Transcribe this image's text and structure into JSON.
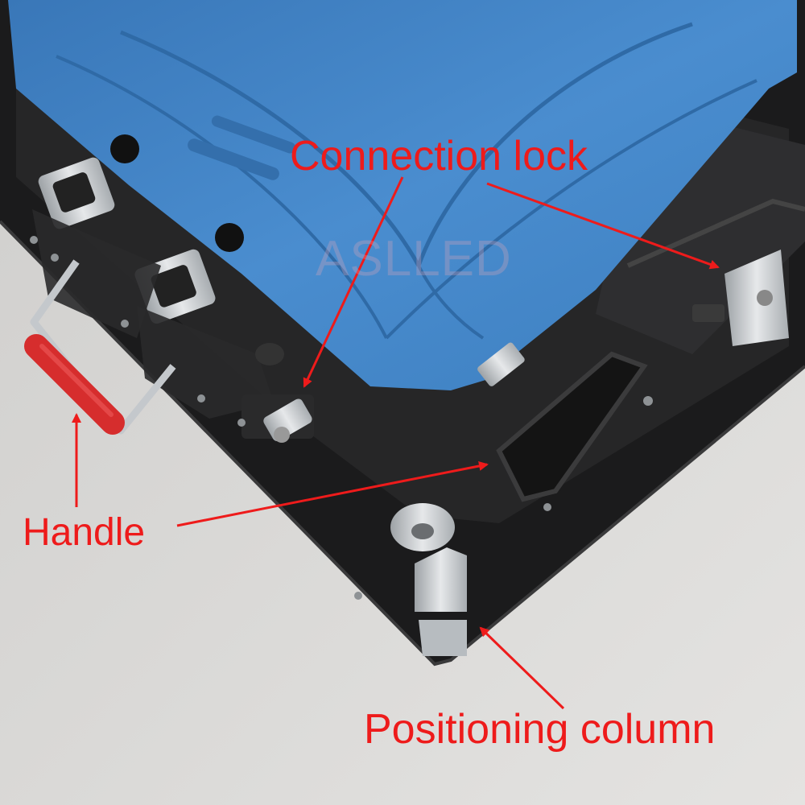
{
  "watermark": {
    "text": "ASLLED",
    "color": "#e9a9b8"
  },
  "labels": {
    "connection_lock": "Connection lock",
    "handle": "Handle",
    "positioning_column": "Positioning column"
  },
  "colors": {
    "annotation": "#ee1b1b",
    "blue_cover": "#3f82c4",
    "cabinet": "#1e1e1f",
    "background": "#d9d8d6",
    "handle_grip": "#d62d2d",
    "metal": "#c8ccd0"
  },
  "icons": [
    "arrow-icon"
  ]
}
